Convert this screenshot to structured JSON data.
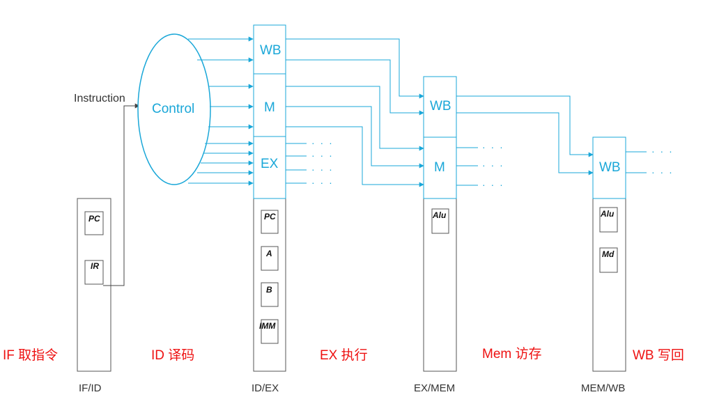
{
  "colors": {
    "control": "#1aa7d8",
    "stage_label": "#ee1111",
    "latch": "#555555",
    "text": "#333333"
  },
  "instruction_label": "Instruction",
  "control_label": "Control",
  "dots": "· · ·",
  "fields": {
    "wb": "WB",
    "m": "M",
    "ex": "EX"
  },
  "latches": {
    "ifid": {
      "name": "IF/ID",
      "regs": [
        "PC",
        "IR"
      ]
    },
    "idex": {
      "name": "ID/EX",
      "regs": [
        "PC",
        "A",
        "B",
        "IMM"
      ]
    },
    "exmem": {
      "name": "EX/MEM",
      "regs": [
        "Alu"
      ]
    },
    "memwb": {
      "name": "MEM/WB",
      "regs": [
        "Alu",
        "Md"
      ]
    }
  },
  "stages": [
    "IF 取指令",
    "ID 译码",
    "EX 执行",
    "Mem 访存",
    "WB 写回"
  ]
}
